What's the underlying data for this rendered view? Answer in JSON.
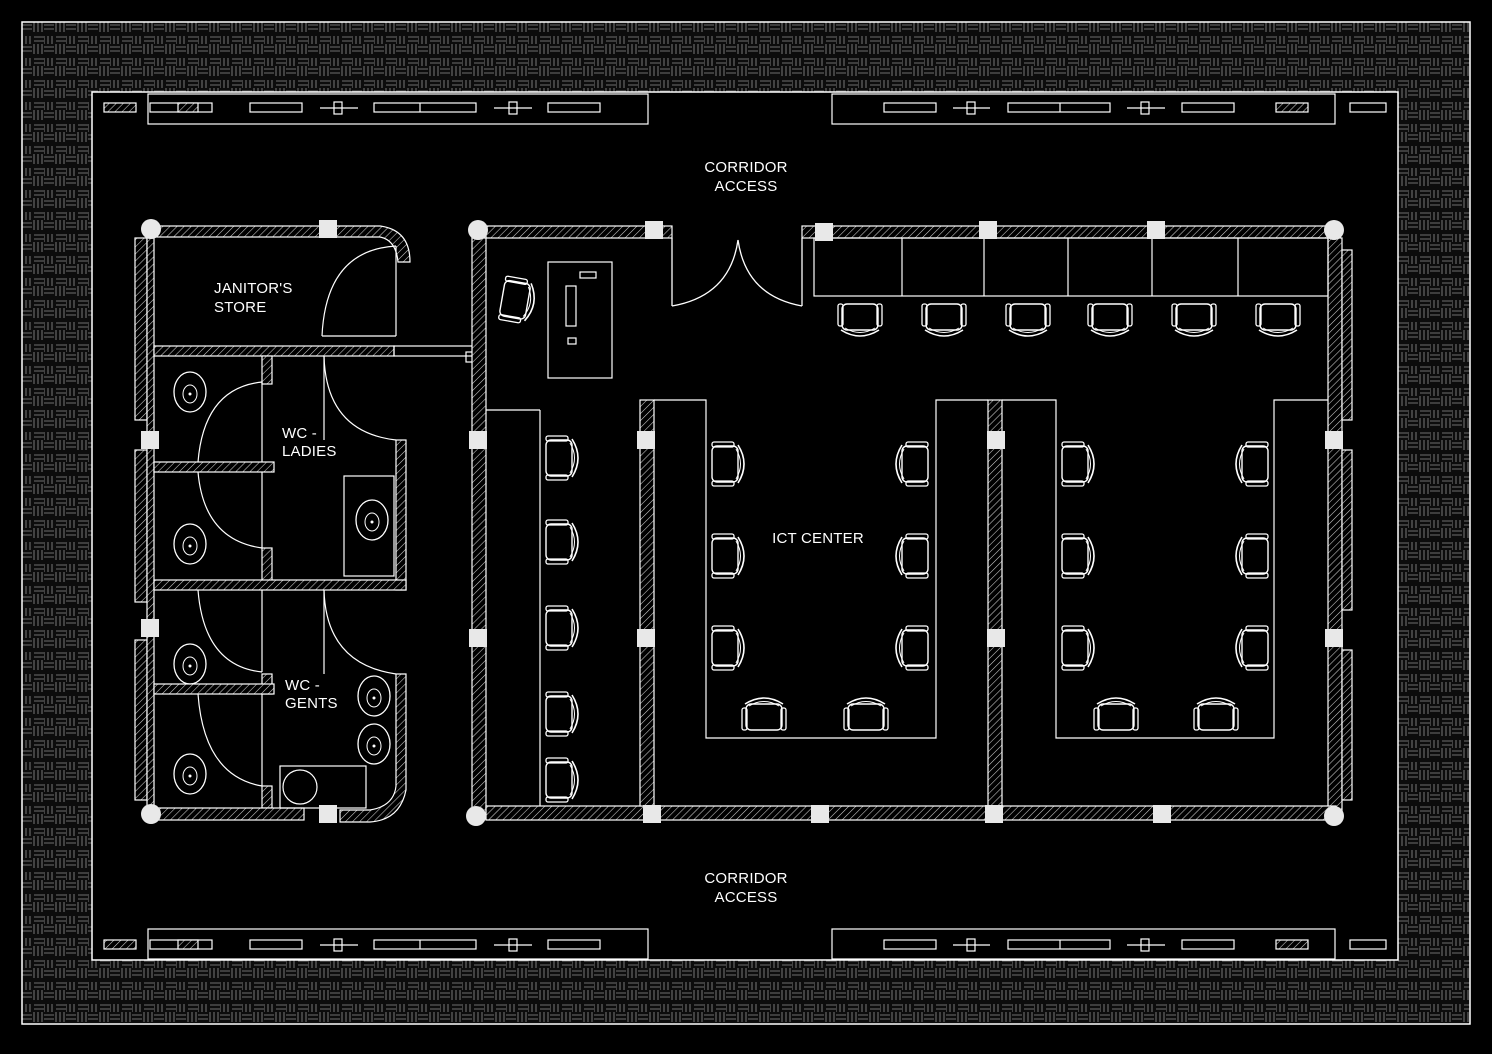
{
  "labels": {
    "corridor_top_1": "CORRIDOR",
    "corridor_top_2": "ACCESS",
    "corridor_bottom_1": "CORRIDOR",
    "corridor_bottom_2": "ACCESS",
    "janitor_1": "JANITOR'S",
    "janitor_2": "STORE",
    "wc_ladies_1": "WC -",
    "wc_ladies_2": "LADIES",
    "wc_gents_1": "WC -",
    "wc_gents_2": "GENTS",
    "ict_center": "ICT CENTER"
  },
  "colors": {
    "background": "#000000",
    "line": "#ffffff",
    "column": "#e8e8e8"
  }
}
